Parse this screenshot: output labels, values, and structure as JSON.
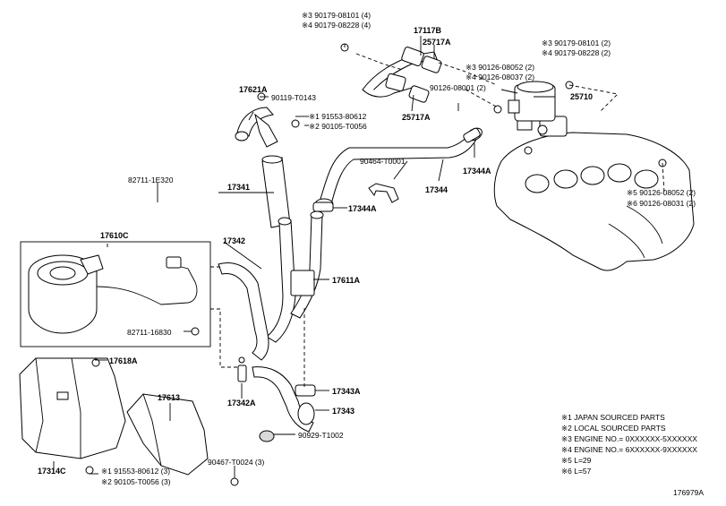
{
  "labels": {
    "p17117B": "17117B",
    "p25717A_top": "25717A",
    "p25717A_bot": "25717A",
    "p25710": "25710",
    "p17621A": "17621A",
    "p90119": "90119-T0143",
    "p91553_top": "※1 91553-80612",
    "p90105_top": "※2 90105-T0056",
    "p17344": "17344",
    "p17344A_top": "17344A",
    "p17344A_mid": "17344A",
    "p90464": "90464-T0001",
    "p90126_08001": "90126-08001 (2)",
    "p90126_08052_a": "※3 90126-08052 (2)",
    "p90126_08037": "※4 90126-08037 (2)",
    "p90179_08101_a": "※3 90179-08101 (4)",
    "p90179_08228_a": "※4 90179-08228 (4)",
    "p90179_08101_b": "※3 90179-08101 (2)",
    "p90179_08228_b": "※4 90179-08228 (2)",
    "p90126_08052_b": "※5 90126-08052 (2)",
    "p90126_08031": "※6 90126-08031 (2)",
    "p82711_1E320": "82711-1E320",
    "p17341": "17341",
    "p17610C": "17610C",
    "p17342": "17342",
    "p17611A": "17611A",
    "p82711_16830": "82711-16830",
    "p17618A": "17618A",
    "p17613": "17613",
    "p17342A": "17342A",
    "p17343A": "17343A",
    "p17343": "17343",
    "p90929": "90929-T1002",
    "p90467": "90467-T0024 (3)",
    "p17314C": "17314C",
    "p91553_bot": "※1 91553-80612 (3)",
    "p90105_bot": "※2 90105-T0056 (3)"
  },
  "legend": [
    "※1 JAPAN SOURCED PARTS",
    "※2 LOCAL SOURCED PARTS",
    "※3 ENGINE NO.= 0XXXXXX-5XXXXXX",
    "※4 ENGINE NO.= 6XXXXXX-9XXXXXX",
    "※5 L=29",
    "※6 L=57"
  ],
  "figure_id": "176979A"
}
